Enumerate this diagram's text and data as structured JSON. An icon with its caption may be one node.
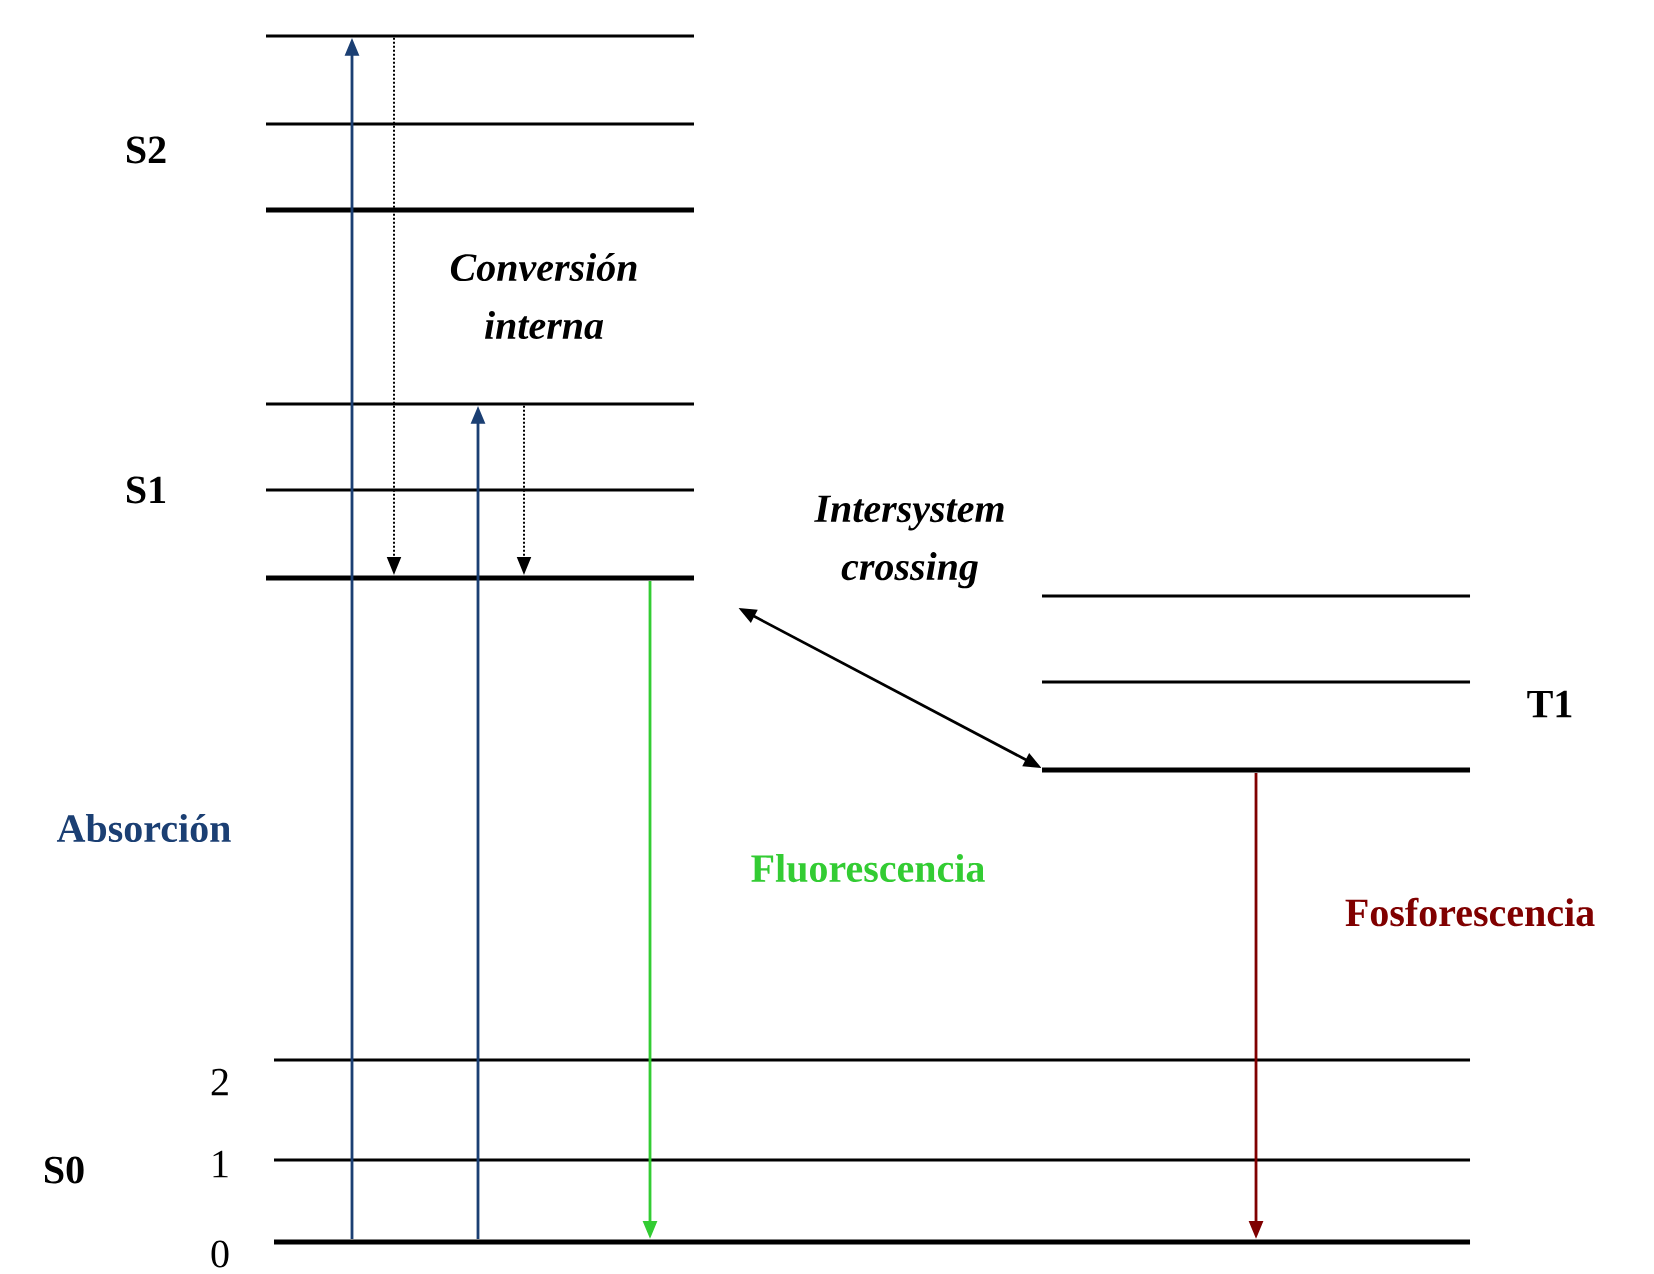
{
  "diagram": {
    "nodes": [
      {
        "text": [],
        "shape": "bar"
      },
      {
        "text": [],
        "shape": "bar"
      },
      {
        "text": [],
        "shape": "bar"
      },
      {
        "text": [],
        "shape": "bar"
      },
      {
        "text": [],
        "shape": "bar"
      },
      {
        "text": [],
        "shape": "bar"
      },
      {
        "text": [],
        "shape": "bar"
      },
      {
        "text": [],
        "shape": "bar"
      },
      {
        "text": [],
        "shape": "bar"
      },
      {
        "text": [],
        "shape": "bar"
      },
      {
        "text": [],
        "shape": "bar"
      },
      {
        "text": [],
        "shape": "bar"
      }
    ],
    "edges": [
      {
        "from": 11,
        "to": 0,
        "arrow": "to",
        "color": "#1b3f73"
      },
      {
        "from": 0,
        "to": 5,
        "arrow": "to",
        "style": "dashed"
      },
      {
        "from": 11,
        "to": 3,
        "arrow": "to",
        "color": "#1b3f73"
      },
      {
        "from": 3,
        "to": 5,
        "arrow": "to",
        "style": "dashed"
      },
      {
        "from": 5,
        "to": 11,
        "arrow": "to",
        "color": "#33cc33"
      },
      {
        "from": 5,
        "to": 8,
        "arrow": "both"
      },
      {
        "from": 8,
        "to": 11,
        "arrow": "to",
        "color": "#800000"
      }
    ],
    "labels": [
      "S2",
      "Conversión interna",
      "S1",
      "Intersystem crossing",
      "T1",
      "Absorción",
      "Fluorescencia",
      "Fosforescencia",
      "2",
      "S0",
      "1",
      "0"
    ]
  }
}
